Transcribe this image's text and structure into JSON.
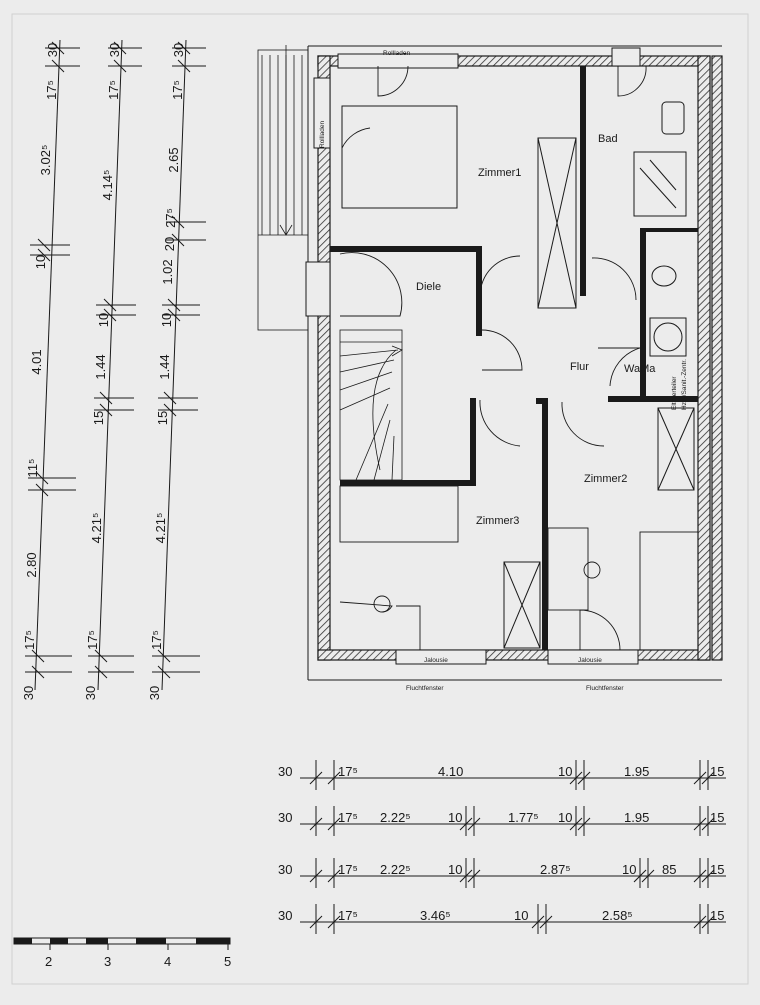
{
  "rooms": {
    "zimmer1": "Zimmer1",
    "bad": "Bad",
    "diele": "Diele",
    "flur": "Flur",
    "wama": "WaMa",
    "zimmer2": "Zimmer2",
    "zimmer3": "Zimmer3"
  },
  "labels": {
    "rollladen_top": "Rollladen",
    "rollladen_side": "Rollladen",
    "jalousie_left": "Jalousie",
    "jalousie_right": "Jalousie",
    "fluchtfenster_left": "Fluchtfenster",
    "fluchtfenster_right": "Fluchtfenster",
    "elektro": "Elt-Verteiler",
    "sanitaer": "Hzg-/Sanit.-Zentr."
  },
  "vertical_chains": [
    {
      "values": [
        "30",
        "17⁵",
        "3.02⁵",
        "10",
        "4.01",
        "11⁵",
        "2.80",
        "17⁵",
        "30"
      ]
    },
    {
      "values": [
        "30",
        "17⁵",
        "4.14⁵",
        "10",
        "1.44",
        "15",
        "4.21⁵",
        "17⁵",
        "30"
      ]
    },
    {
      "values": [
        "30",
        "17⁵",
        "2.65",
        "27⁵",
        "20",
        "1.02",
        "10",
        "1.44",
        "15",
        "4.21⁵",
        "17⁵",
        "30"
      ]
    }
  ],
  "horizontal_chains": [
    {
      "values": [
        "30",
        "17⁵",
        "4.10",
        "10",
        "1.95",
        "15"
      ]
    },
    {
      "values": [
        "30",
        "17⁵",
        "2.22⁵",
        "10",
        "1.77⁵",
        "10",
        "1.95",
        "15"
      ]
    },
    {
      "values": [
        "30",
        "17⁵",
        "2.22⁵",
        "10",
        "2.87⁵",
        "10",
        "85",
        "15"
      ]
    },
    {
      "values": [
        "30",
        "17⁵",
        "3.46⁵",
        "10",
        "2.58⁵",
        "15"
      ]
    }
  ],
  "scale": {
    "ticks": [
      "2",
      "3",
      "4",
      "5"
    ]
  },
  "colors": {
    "paper": "#ececec",
    "ink": "#1a1a1a",
    "hatch": "#555555"
  }
}
